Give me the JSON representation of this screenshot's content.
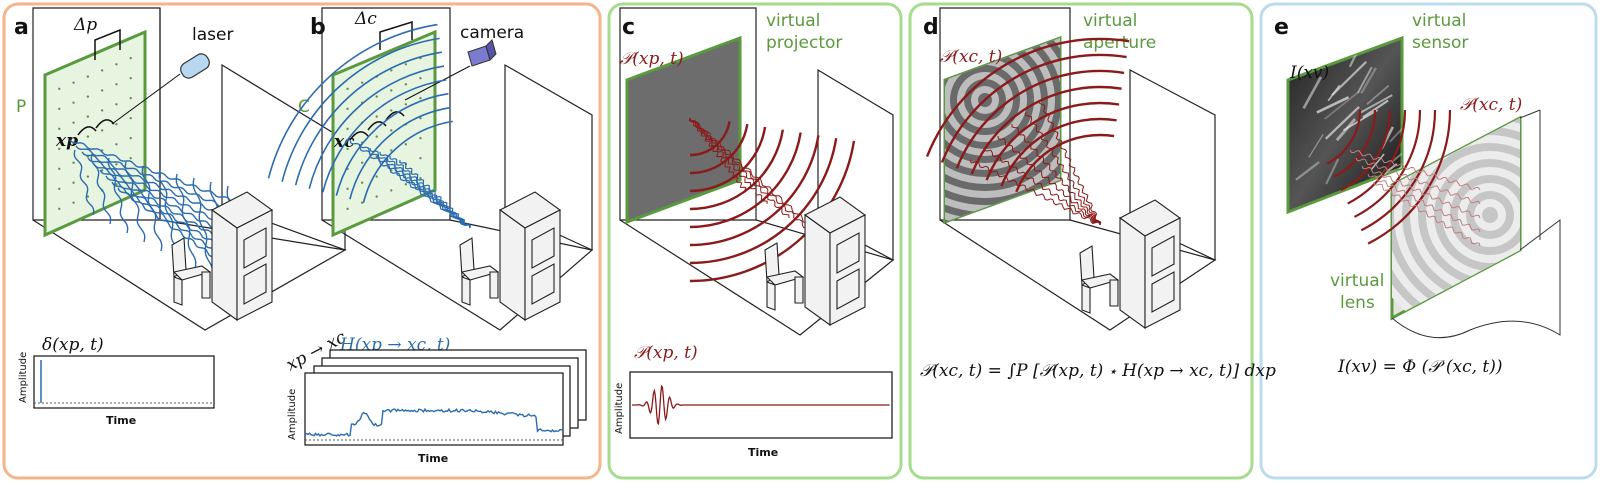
{
  "panels": {
    "a": {
      "letter": "a",
      "wall_label": "P",
      "spacing_label": "Δp",
      "device_label": "laser",
      "point_label": "xp",
      "plot_title": "δ(xp, t)",
      "plot_ylabel": "Amplitude",
      "plot_xlabel": "Time"
    },
    "b": {
      "letter": "b",
      "wall_label": "C",
      "spacing_label": "Δc",
      "device_label": "camera",
      "point_label": "xc",
      "stack_label": "xp → xc",
      "plot_title": "H(xp → xc, t)",
      "plot_ylabel": "Amplitude",
      "plot_xlabel": "Time"
    },
    "c": {
      "letter": "c",
      "wall_func": "𝒫(xp, t)",
      "caption_line1": "virtual",
      "caption_line2": "projector",
      "plot_title": "𝒫(xp, t)",
      "plot_ylabel": "Amplitude",
      "plot_xlabel": "Time"
    },
    "d": {
      "letter": "d",
      "wall_func": "𝒫(xc, t)",
      "caption_line1": "virtual",
      "caption_line2": "aperture",
      "equation": "𝒫(xc, t) = ∫P [𝒫(xp, t) ⋆ H(xp → xc, t)] dxp"
    },
    "e": {
      "letter": "e",
      "sensor_func": "I(xv)",
      "sensor_line1": "virtual",
      "sensor_line2": "sensor",
      "wall_func": "𝒫(xc, t)",
      "lens_line1": "virtual",
      "lens_line2": "lens",
      "equation": "I(xv) = Φ (𝒫 (xc, t))"
    }
  },
  "colors": {
    "orange_border": "#f5b58a",
    "green_border": "#a6dc8e",
    "blue_border": "#bcdcec",
    "wave_blue": "#2b6cb0",
    "wave_red": "#8b1a1a",
    "wall_green": "#5a9a3e"
  }
}
